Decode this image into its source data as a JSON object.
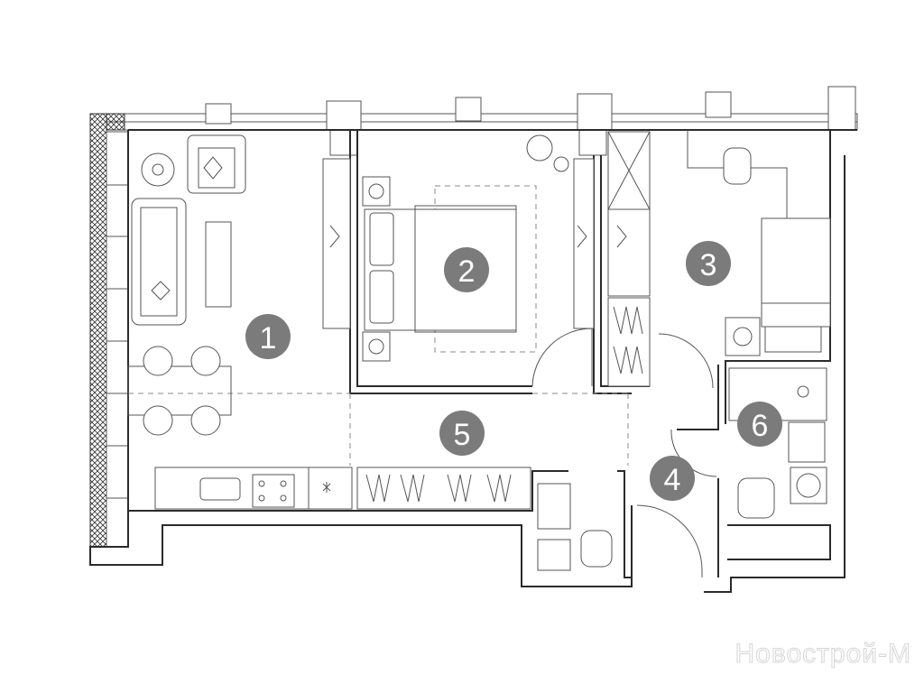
{
  "rooms": [
    {
      "number": "1"
    },
    {
      "number": "2"
    },
    {
      "number": "3"
    },
    {
      "number": "4"
    },
    {
      "number": "5"
    },
    {
      "number": "6"
    }
  ],
  "colors": {
    "badge": "#7b7b7b",
    "wall": "#2b2b2b",
    "furniture": "#555555"
  },
  "watermark": "Новострой-М"
}
